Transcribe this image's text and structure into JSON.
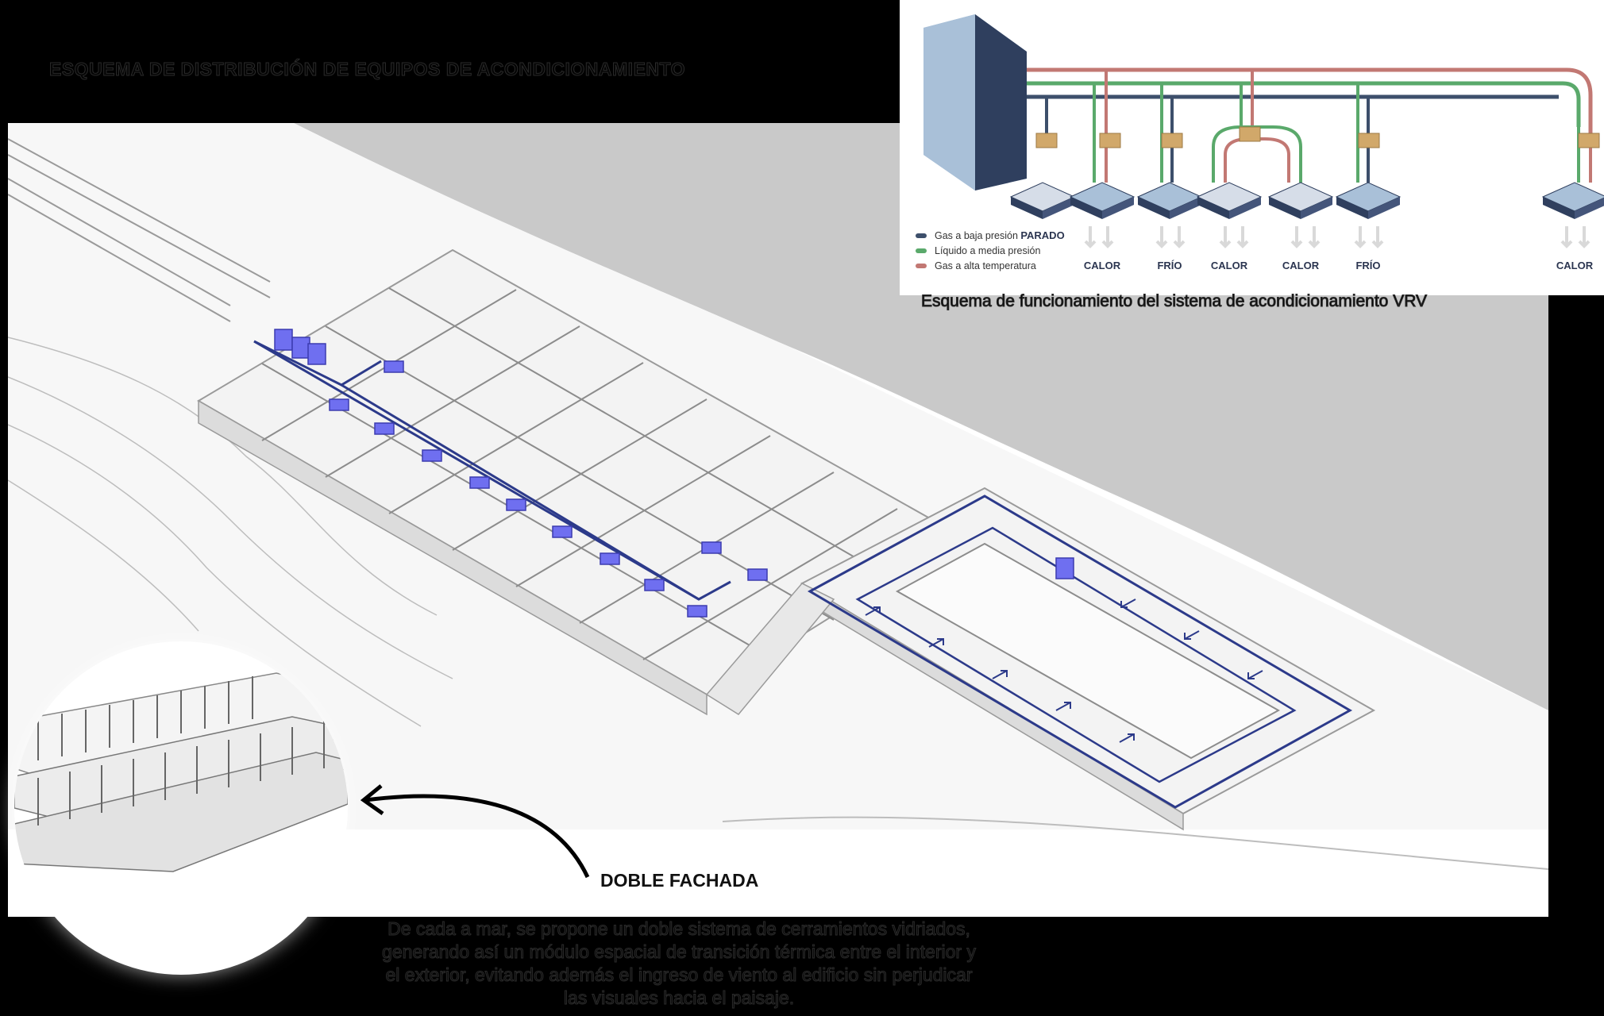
{
  "main_title": "ESQUEMA DE DISTRIBUCIÓN DE EQUIPOS DE ACONDICIONAMIENTO",
  "vrv": {
    "caption": "Esquema de funcionamiento del sistema de acondicionamiento VRV",
    "legend": [
      {
        "label": "Gas a baja presión",
        "color": "#3d4f6b"
      },
      {
        "label": "Líquido a media presión",
        "color": "#5aa96b"
      },
      {
        "label": "Gas a alta temperatura",
        "color": "#c27873"
      }
    ],
    "units": [
      "PARADO",
      "CALOR",
      "FRÍO",
      "CALOR",
      "CALOR",
      "FRÍO",
      "CALOR"
    ]
  },
  "detail": {
    "label": "DOBLE FACHADA",
    "description": "De cada a mar, se propone un doble sistema de cerramientos vidriados, generando así un módulo espacial de transición térmica entre el interior y el exterior, evitando además el ingreso de viento al edificio sin perjudicar las visuales hacia el paisaje."
  },
  "colors": {
    "equipment": "#6f6ff0",
    "duct": "#2c3a8a",
    "terrain": "#c9c9c9"
  }
}
